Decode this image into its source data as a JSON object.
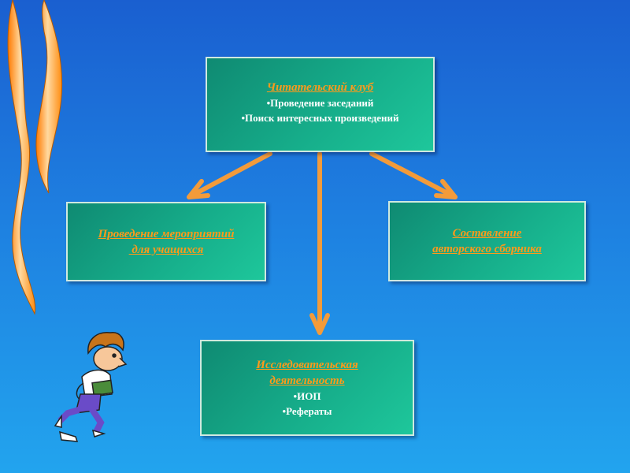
{
  "diagram": {
    "nodes": {
      "club": {
        "title": "Читательский клуб",
        "items": [
          "•Проведение заседаний",
          "•Поиск интересных произведений"
        ]
      },
      "events": {
        "title_lines": [
          "Проведение мероприятий",
          " для учащихся"
        ]
      },
      "collection": {
        "title_lines": [
          "Составление",
          "авторского сборника"
        ]
      },
      "research": {
        "title_lines": [
          "Исследовательская",
          "деятельность"
        ],
        "items": [
          "•ИОП",
          "•Рефераты"
        ]
      }
    },
    "edges": [
      {
        "from": "club",
        "to": "events"
      },
      {
        "from": "club",
        "to": "research"
      },
      {
        "from": "club",
        "to": "collection"
      }
    ],
    "colors": {
      "background_top": "#1a5fd0",
      "background_bottom": "#22a4ee",
      "box_fill": "#16ad8a",
      "title_text": "#ff9a1a",
      "item_text": "#ffffff",
      "arrow": "#f39b3a",
      "flame": "#ff9a1a"
    },
    "decorations": [
      "flame-ribbon",
      "running-boy-with-book"
    ]
  }
}
